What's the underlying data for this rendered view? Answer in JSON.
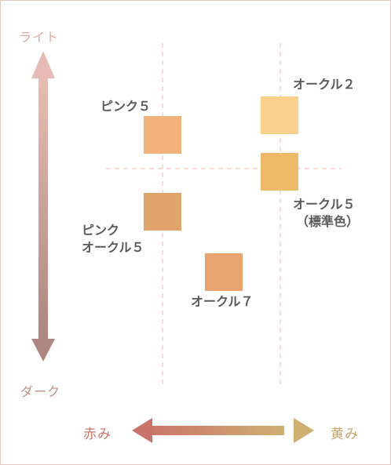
{
  "axes": {
    "top": "ライト",
    "bottom": "ダーク",
    "left": "赤み",
    "right": "黄み"
  },
  "shades": [
    {
      "id": "pink5",
      "lines": [
        "ピンク５"
      ],
      "color": "#f2b27a"
    },
    {
      "id": "ochre2",
      "lines": [
        "オークル２"
      ],
      "color": "#fbcf8c"
    },
    {
      "id": "ochre5",
      "lines": [
        "オークル５",
        "（標準色）"
      ],
      "color": "#efba68"
    },
    {
      "id": "pink-ochre5",
      "lines": [
        "ピンク",
        "オークル５"
      ],
      "color": "#e0a56b"
    },
    {
      "id": "ochre7",
      "lines": [
        "オークル７"
      ],
      "color": "#e8a572"
    }
  ]
}
